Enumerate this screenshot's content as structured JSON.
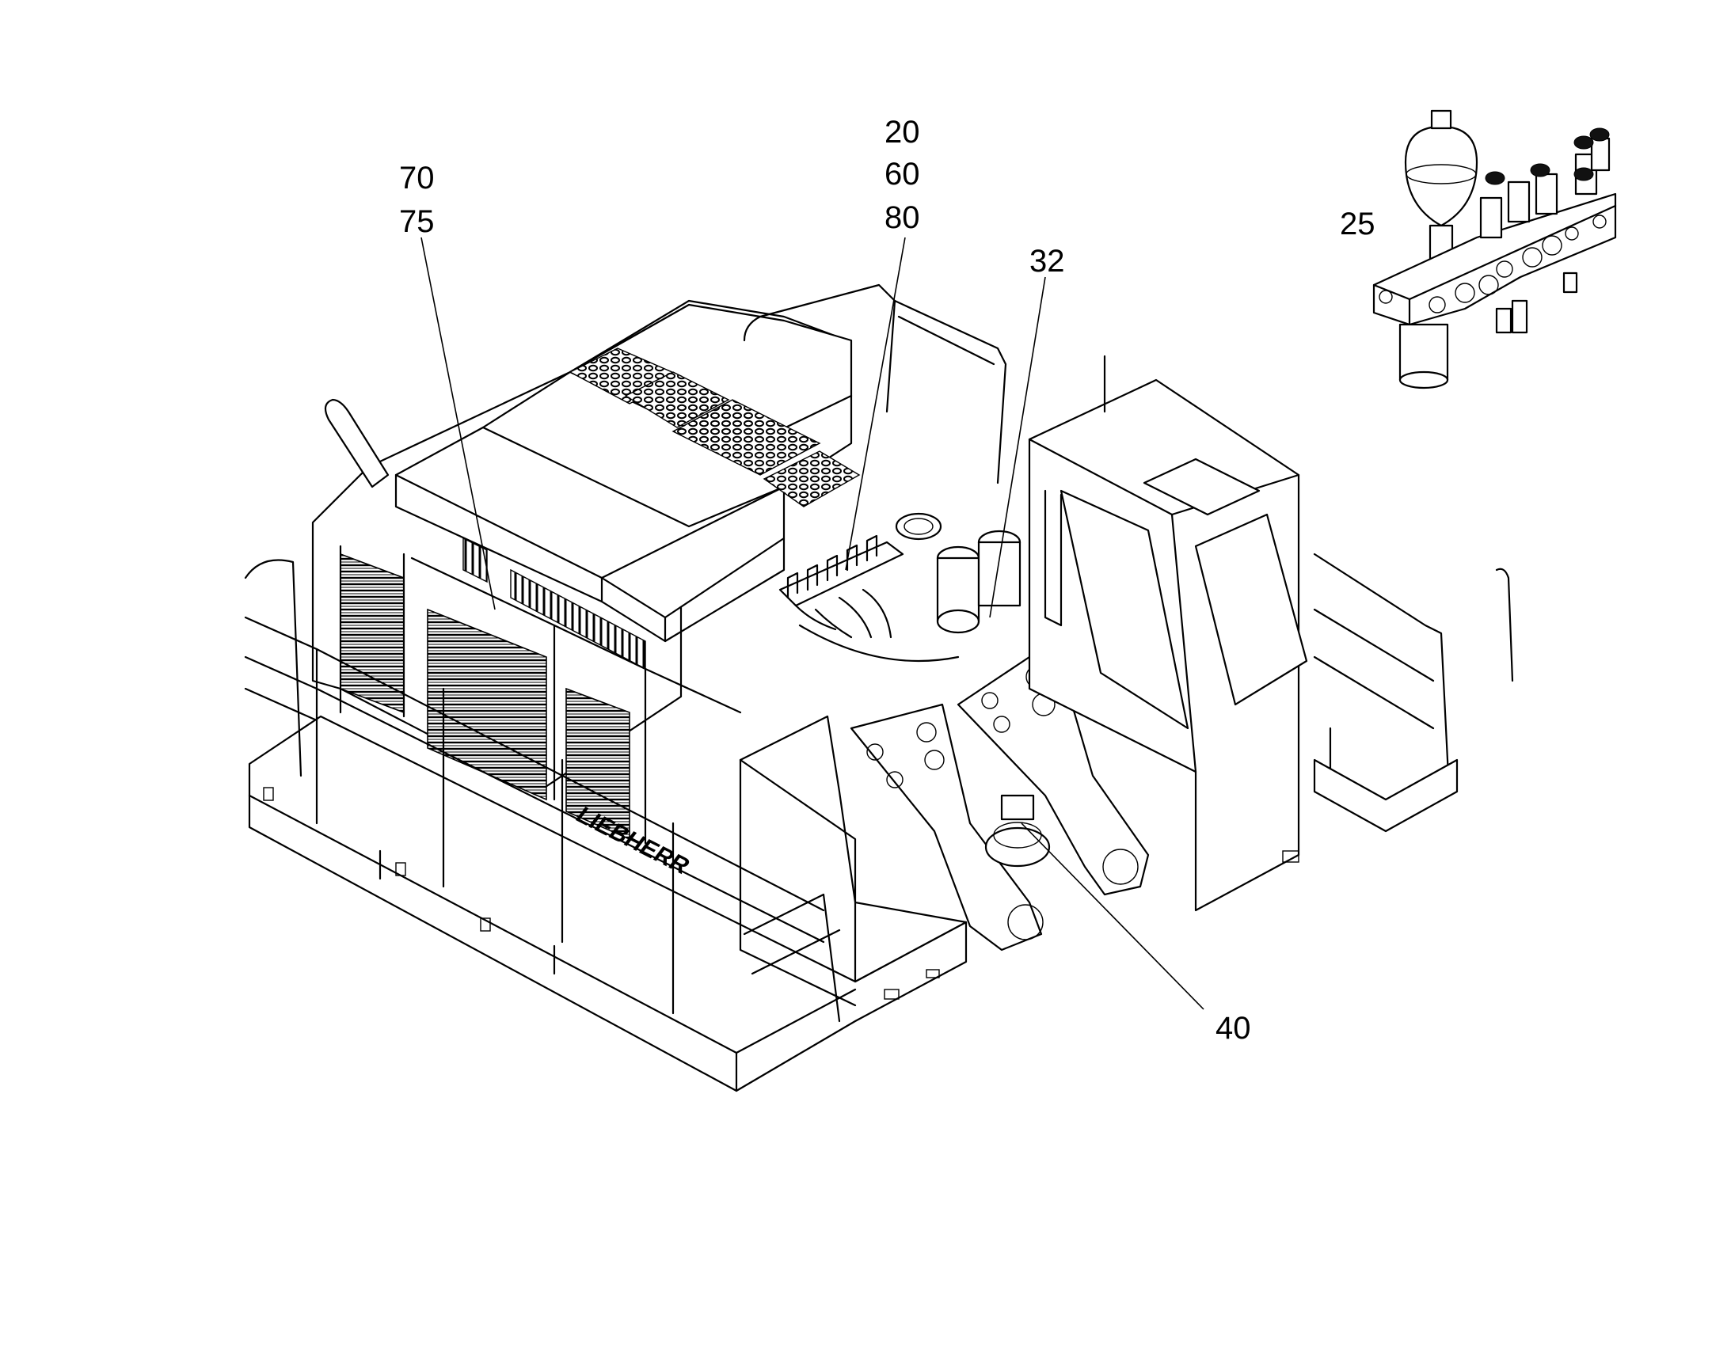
{
  "callouts": {
    "c70": "70",
    "c75": "75",
    "c20": "20",
    "c60": "60",
    "c80": "80",
    "c32": "32",
    "c25": "25",
    "c40": "40"
  },
  "brand_marking": "LIEBHERR"
}
